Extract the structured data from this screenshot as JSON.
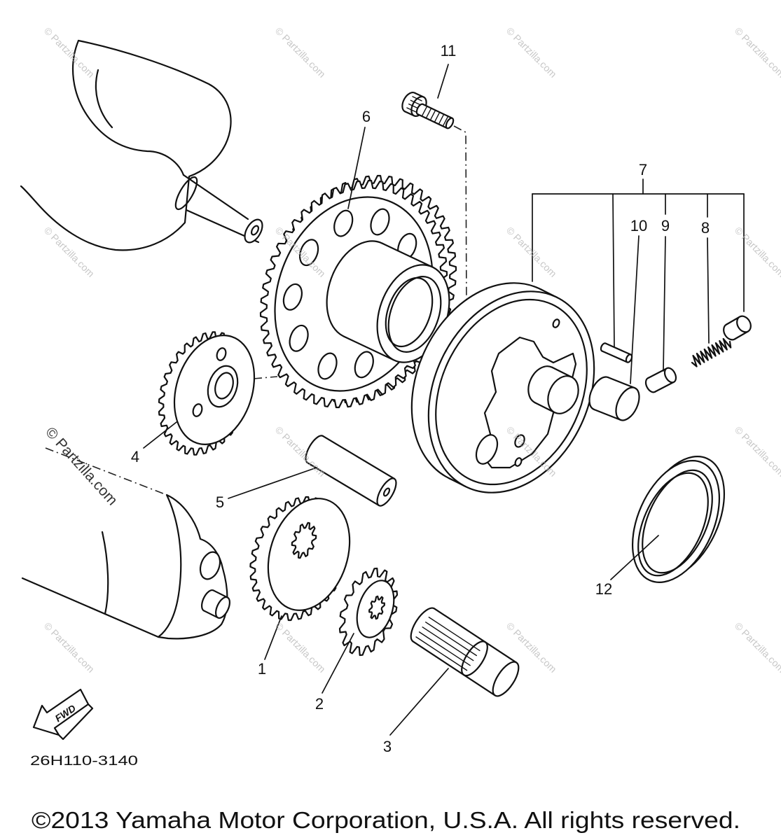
{
  "diagram": {
    "callouts": {
      "part_1": "1",
      "part_2": "2",
      "part_3": "3",
      "part_4": "4",
      "part_5": "5",
      "part_6": "6",
      "part_7": "7",
      "part_8": "8",
      "part_9": "9",
      "part_10": "10",
      "part_11": "11",
      "part_12": "12"
    },
    "fwd_label": "FWD",
    "drawing_code": "26H110-3140",
    "watermark": "© Partzilla.com",
    "copyright": "©2013 Yamaha Motor Corporation, U.S.A. All rights reserved."
  },
  "colors": {
    "line": "#111111",
    "background": "#ffffff",
    "watermark": "#b5b5b5"
  }
}
